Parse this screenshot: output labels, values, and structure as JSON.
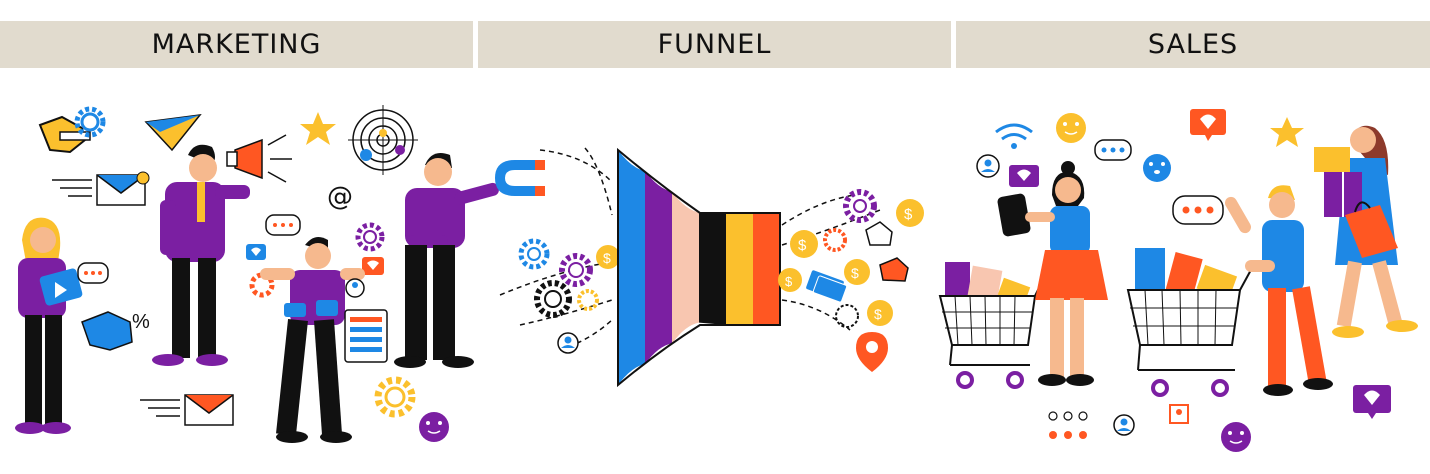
{
  "sections": [
    {
      "id": "marketing",
      "title": "MARKETING"
    },
    {
      "id": "funnel",
      "title": "FUNNEL"
    },
    {
      "id": "sales",
      "title": "SALES"
    }
  ],
  "symbols": {
    "at": "@",
    "percent": "%",
    "dollar": "$"
  },
  "colors": {
    "header_bg": "#e1dbce",
    "purple": "#7b1fa2",
    "blue": "#1e88e5",
    "orange": "#ff5722",
    "yellow": "#fbc02d",
    "black": "#111111"
  },
  "funnel_bands": [
    "#1e88e5",
    "#7b1fa2",
    "#f8c6b0",
    "#111111",
    "#fbc02d",
    "#ff5722"
  ],
  "icons": {
    "marketing": [
      "hand-pointer-icon",
      "gear-icon",
      "paper-plane-icon",
      "star-icon",
      "target-icon",
      "envelope-icon",
      "megaphone-icon",
      "chat-bubble-icon",
      "like-icon",
      "document-icon",
      "emoji-icon"
    ],
    "funnel": [
      "magnet-icon",
      "gear-icon",
      "coin-icon",
      "user-icon",
      "location-pin-icon",
      "thumbs-up-icon",
      "money-icon"
    ],
    "sales": [
      "wifi-icon",
      "emoji-icon",
      "chat-bubble-icon",
      "heart-message-icon",
      "star-icon",
      "user-icon",
      "shopping-cart-icon",
      "gift-box-icon",
      "shopping-bag-icon"
    ]
  }
}
